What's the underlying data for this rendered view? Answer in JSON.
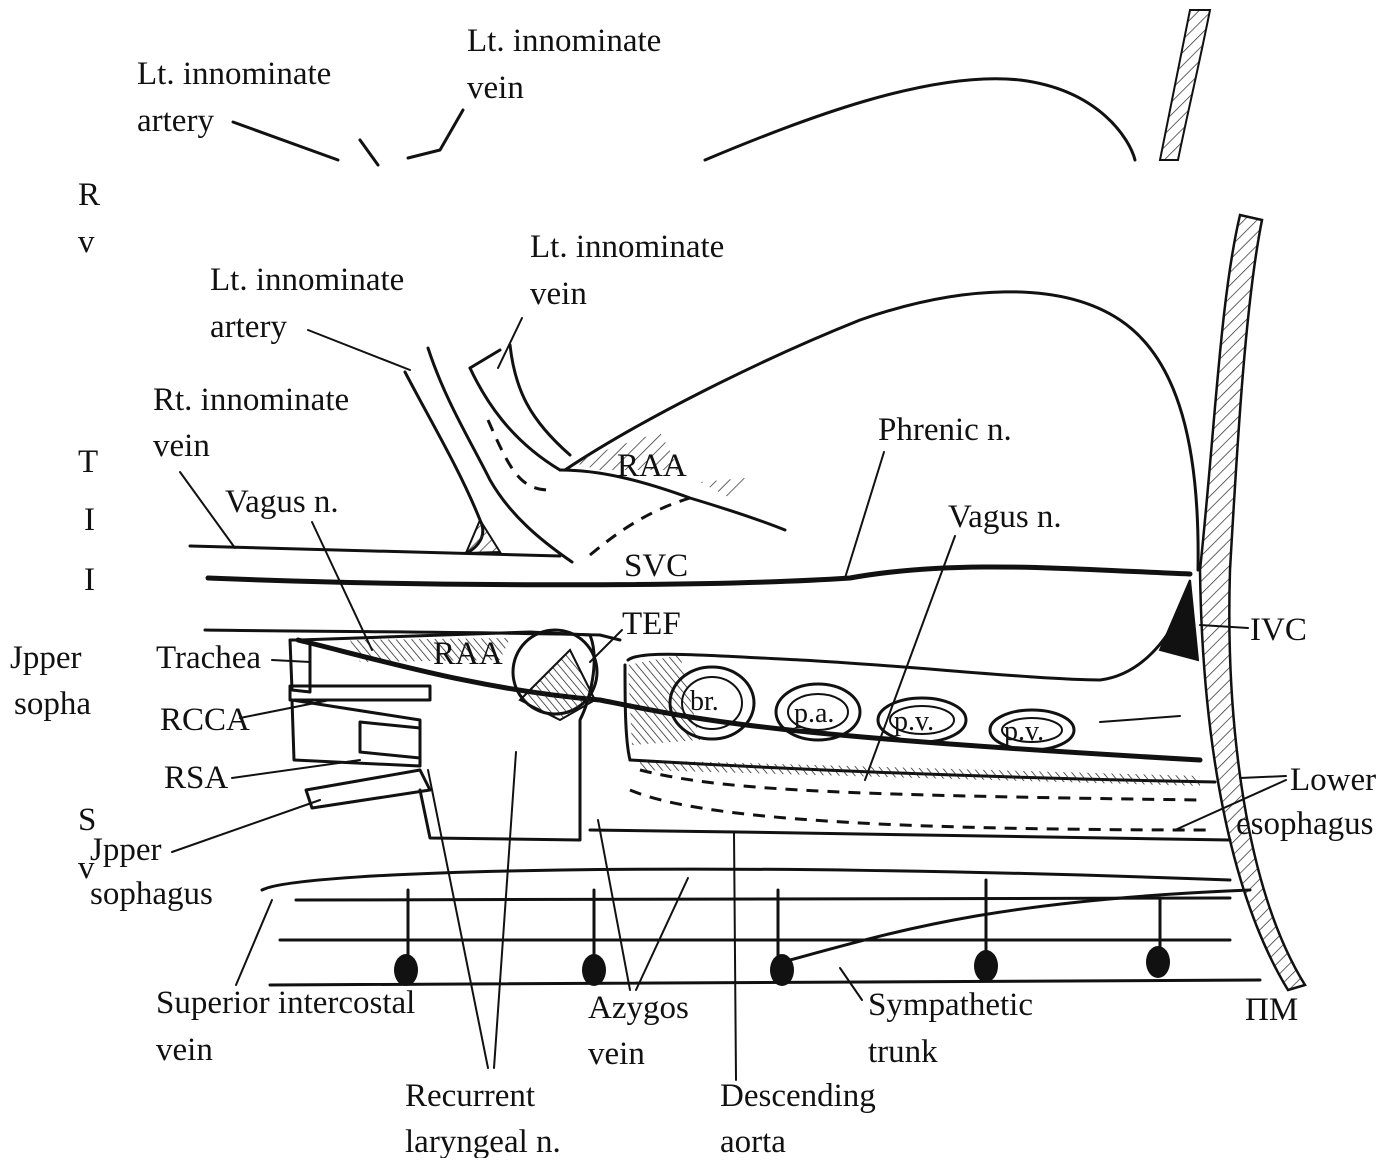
{
  "ghost_labels": {
    "lt_innominate_artery_l1": "Lt. innominate",
    "lt_innominate_artery_l2": "artery",
    "lt_innominate_vein_l1": "Lt. innominate",
    "lt_innominate_vein_l2": "vein"
  },
  "left_strip": [
    "R",
    "v",
    "T",
    "I",
    "I",
    "Jpper",
    "sopha",
    "S",
    "v"
  ],
  "labels": {
    "lt_innominate_artery": [
      "Lt. innominate",
      "artery"
    ],
    "lt_innominate_vein": [
      "Lt. innominate",
      "vein"
    ],
    "rt_innominate_vein": [
      "Rt. innominate",
      "vein"
    ],
    "vagus_left": "Vagus n.",
    "raa_upper": "RAA",
    "phrenic": "Phrenic n.",
    "vagus_right": "Vagus n.",
    "svc": "SVC",
    "tef": "TEF",
    "ivc": "IVC",
    "trachea": "Trachea",
    "raa_lower": "RAA",
    "rcca": "RCCA",
    "rsa": "RSA",
    "upper_esophagus": [
      "Jpper",
      "sophagus"
    ],
    "br": "br.",
    "pa": "p.a.",
    "pv1": "p.v.",
    "pv2": "p.v.",
    "lower_esophagus": [
      "Lower",
      "esophagus"
    ],
    "superior_intercostal_vein": [
      "Superior intercostal",
      "vein"
    ],
    "azygos_vein": [
      "Azygos",
      "vein"
    ],
    "sympathetic_trunk": [
      "Sympathetic",
      "trunk"
    ],
    "recurrent_laryngeal": [
      "Recurrent",
      "laryngeal n."
    ],
    "descending_aorta": [
      "Descending",
      "aorta"
    ],
    "signature": "ΠM"
  }
}
